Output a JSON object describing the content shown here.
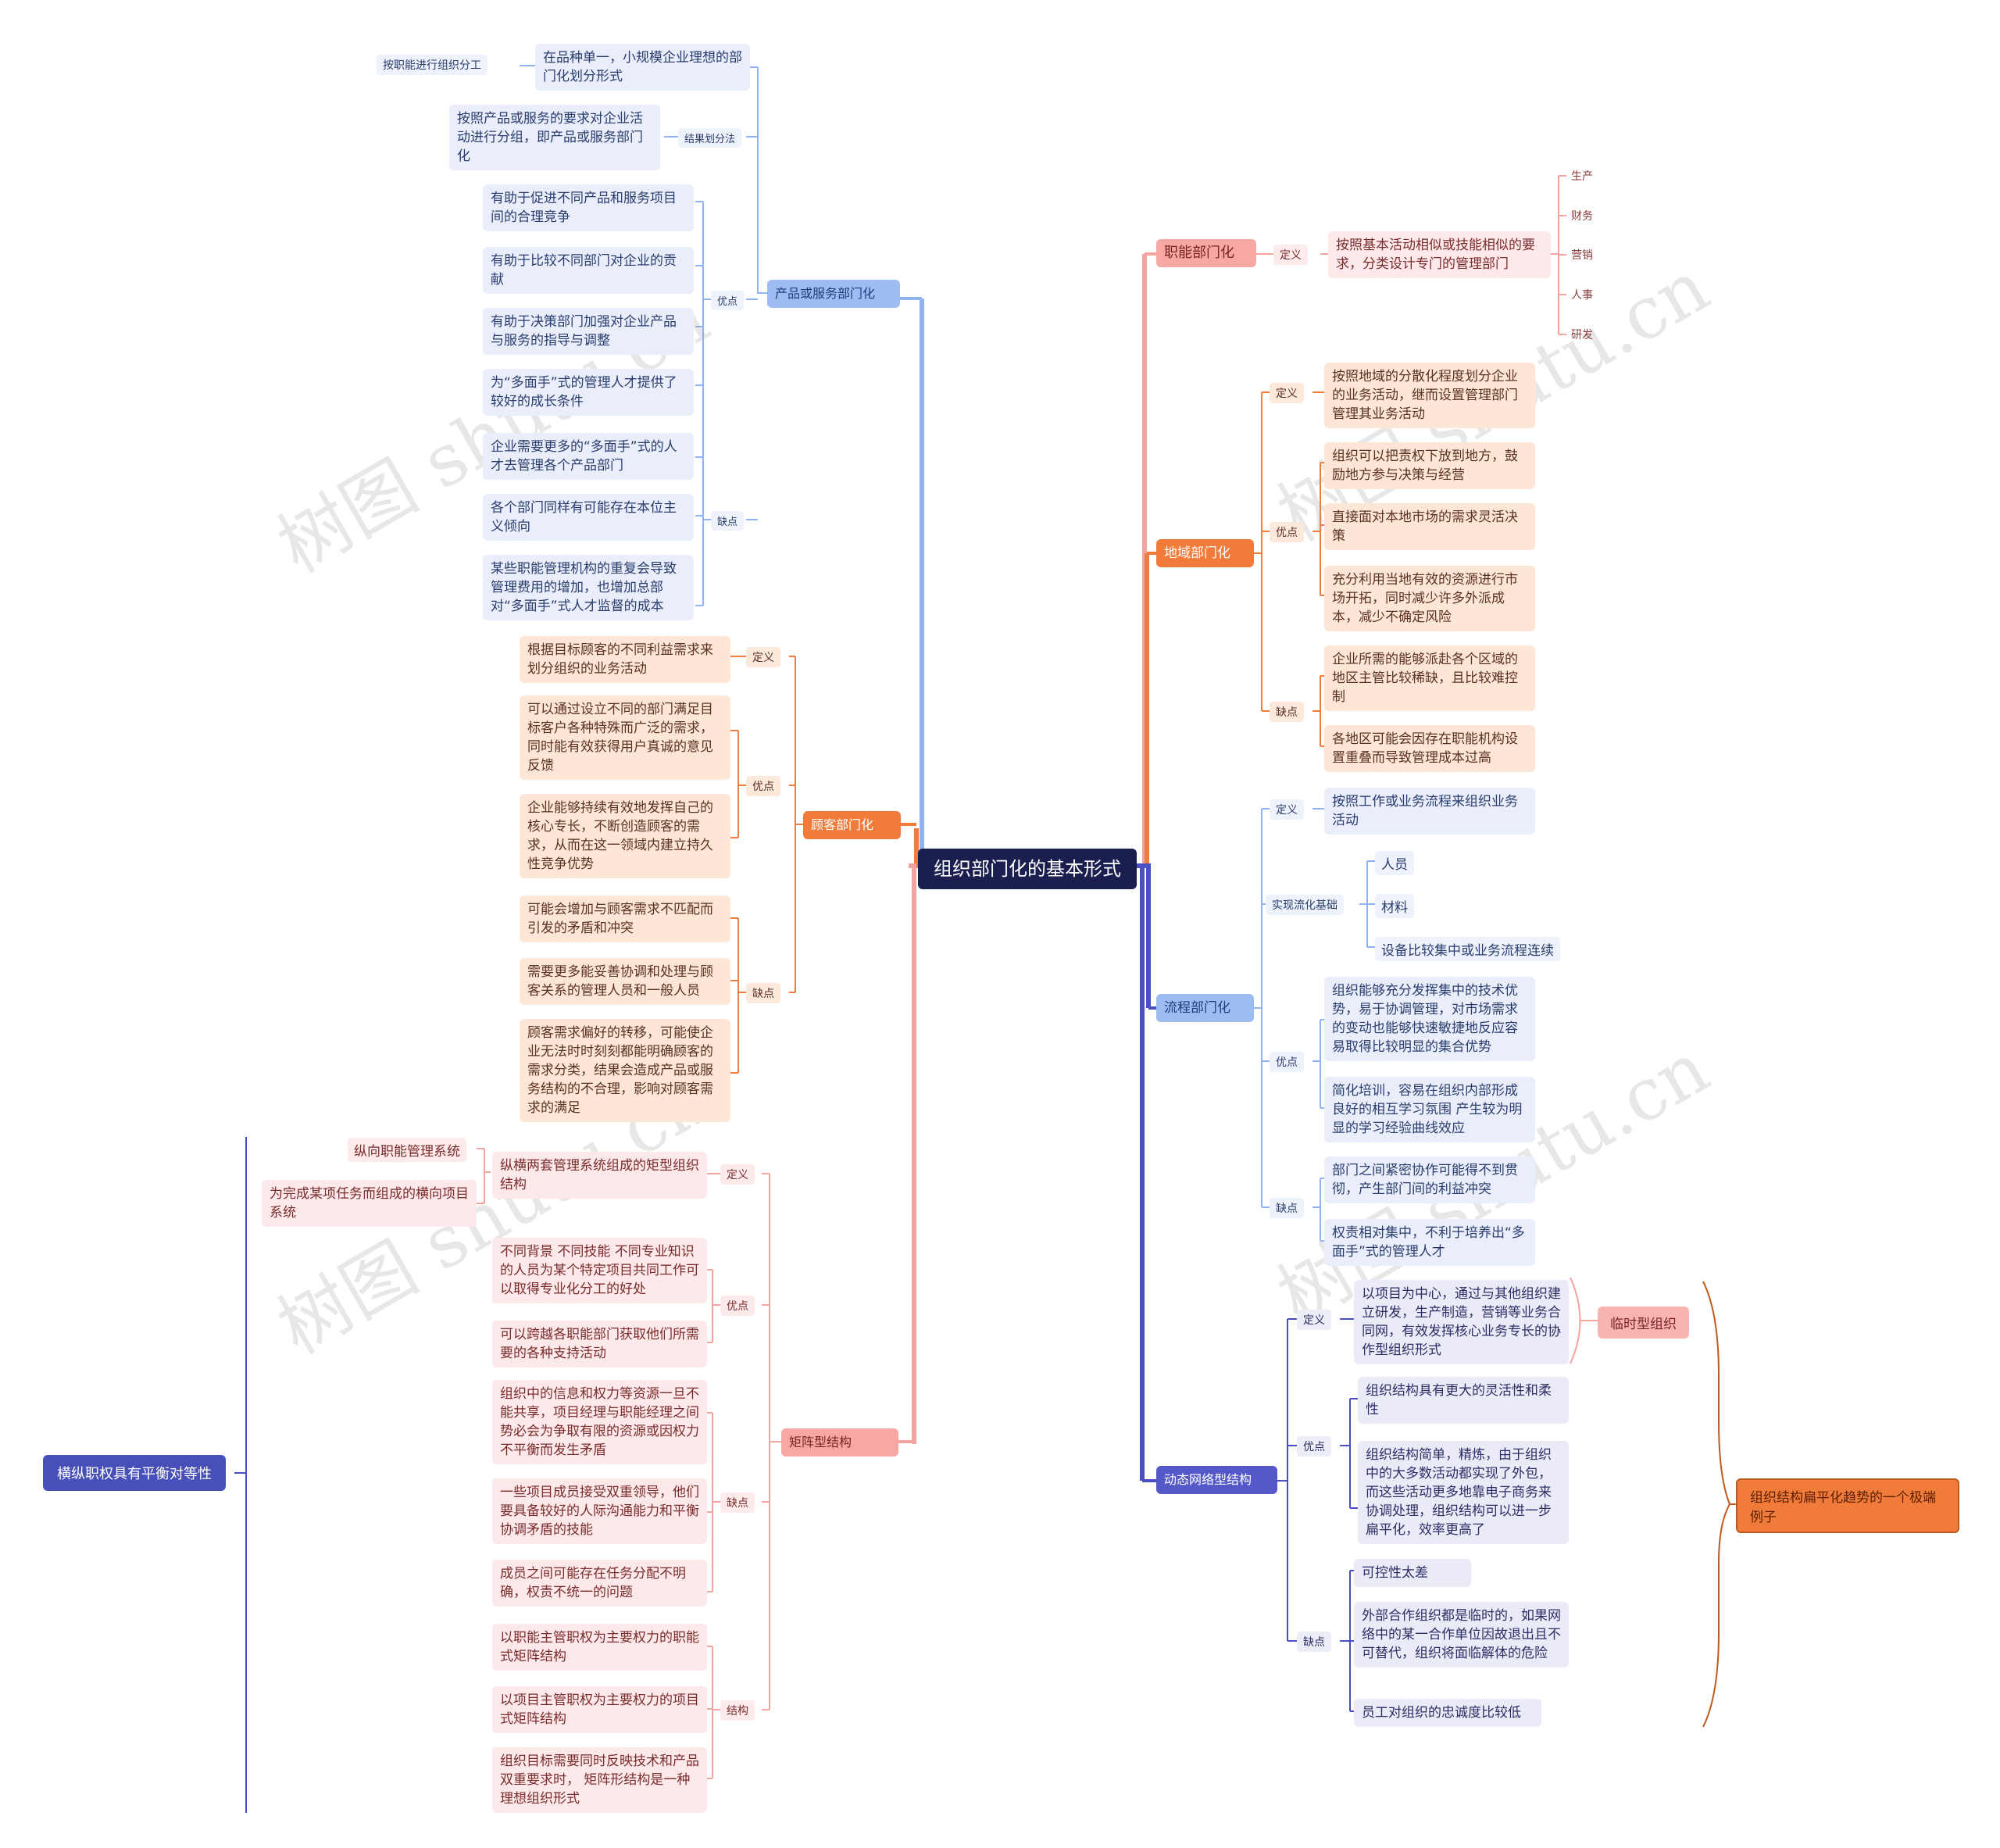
{
  "root": "组织部门化的基本形式",
  "product": {
    "title": "产品或服务部门化",
    "sub_functional": "按职能进行组织分工",
    "sub_small": "在品种单一，小规模企业理想的部门化划分形式",
    "struct_label": "结果划分法",
    "struct_text": "按照产品或服务的要求对企业活动进行分组，即产品或服务部门化",
    "adv_label": "优点",
    "adv": [
      "有助于促进不同产品和服务项目间的合理竞争",
      "有助于比较不同部门对企业的贡献",
      "有助于决策部门加强对企业产品与服务的指导与调整",
      "为“多面手”式的管理人才提供了较好的成长条件"
    ],
    "dis_label": "缺点",
    "dis": [
      "企业需要更多的“多面手”式的人才去管理各个产品部门",
      "各个部门同样有可能存在本位主义倾向",
      "某些职能管理机构的重复会导致管理费用的增加，也增加总部对“多面手”式人才监督的成本"
    ]
  },
  "customer": {
    "title": "顾客部门化",
    "def_label": "定义",
    "def": "根据目标顾客的不同利益需求来划分组织的业务活动",
    "adv_label": "优点",
    "adv": [
      "可以通过设立不同的部门满足目标客户各种特殊而广泛的需求，同时能有效获得用户真诚的意见反馈",
      "企业能够持续有效地发挥自己的核心专长，不断创造顾客的需求，从而在这一领域内建立持久性竞争优势"
    ],
    "dis_label": "缺点",
    "dis": [
      "可能会增加与顾客需求不匹配而引发的矛盾和冲突",
      "需要更多能妥善协调和处理与顾客关系的管理人员和一般人员",
      "顾客需求偏好的转移，可能使企业无法时时刻刻都能明确顾客的需求分类，结果会造成产品或服务结构的不合理，影响对顾客需求的满足"
    ]
  },
  "matrix": {
    "title": "矩阵型结构",
    "def_label": "定义",
    "def": "纵横两套管理系统组成的矩型组织结构",
    "def_sub": [
      "纵向职能管理系统",
      "为完成某项任务而组成的横向项目系统"
    ],
    "adv_label": "优点",
    "adv": [
      "不同背景 不同技能 不同专业知识的人员为某个特定项目共同工作可以取得专业化分工的好处",
      "可以跨越各职能部门获取他们所需要的各种支持活动"
    ],
    "dis_label": "缺点",
    "dis": [
      "组织中的信息和权力等资源一旦不能共享，项目经理与职能经理之间势必会为争取有限的资源或因权力不平衡而发生矛盾",
      "一些项目成员接受双重领导，他们要具备较好的人际沟通能力和平衡协调矛盾的技能",
      "成员之间可能存在任务分配不明确，权责不统一的问题"
    ],
    "struct_label": "结构",
    "struct": [
      "以职能主管职权为主要权力的职能式矩阵结构",
      "以项目主管职权为主要权力的项目式矩阵结构",
      "组织目标需要同时反映技术和产品双重要求时， 矩阵形结构是一种理想组织形式"
    ]
  },
  "side_root": "横纵职权具有平衡对等性",
  "functional": {
    "title": "职能部门化",
    "def_label": "定义",
    "def": "按照基本活动相似或技能相似的要求，分类设计专门的管理部门",
    "items": [
      "生产",
      "财务",
      "营销",
      "人事",
      "研发"
    ]
  },
  "regional": {
    "title": "地域部门化",
    "def_label": "定义",
    "def": "按照地域的分散化程度划分企业的业务活动，继而设置管理部门管理其业务活动",
    "adv_label": "优点",
    "adv": [
      "组织可以把责权下放到地方，鼓励地方参与决策与经营",
      "直接面对本地市场的需求灵活决策",
      "充分利用当地有效的资源进行市场开拓，同时减少许多外派成本，减少不确定风险"
    ],
    "dis_label": "缺点",
    "dis": [
      "企业所需的能够派赴各个区域的地区主管比较稀缺，且比较难控制",
      "各地区可能会因存在职能机构设置重叠而导致管理成本过高"
    ]
  },
  "process": {
    "title": "流程部门化",
    "def_label": "定义",
    "def": "按照工作或业务流程来组织业务活动",
    "basis_label": "实现流化基础",
    "basis": [
      "人员",
      "材料",
      "设备比较集中或业务流程连续"
    ],
    "adv_label": "优点",
    "adv": [
      "组织能够充分发挥集中的技术优势，易于协调管理，对市场需求的变动也能够快速敏捷地反应容易取得比较明显的集合优势",
      "简化培训，容易在组织内部形成良好的相互学习氛围 产生较为明显的学习经验曲线效应"
    ],
    "dis_label": "缺点",
    "dis": [
      "部门之间紧密协作可能得不到贯彻，产生部门间的利益冲突",
      "权责相对集中，不利于培养出“多面手”式的管理人才"
    ]
  },
  "network": {
    "title": "动态网络型结构",
    "def_label": "定义",
    "def": "以项目为中心，通过与其他组织建立研发，生产制造，营销等业务合同网，有效发挥核心业务专长的协作型组织形式",
    "temp": "临时型组织",
    "adv_label": "优点",
    "adv": [
      "组织结构具有更大的灵活性和柔性",
      "组织结构简单，精炼，由于组织中的大多数活动都实现了外包，而这些活动更多地靠电子商务来协调处理，组织结构可以进一步扁平化，效率更高了"
    ],
    "dis_label": "缺点",
    "dis": [
      "可控性太差",
      "外部合作组织都是临时的，如果网络中的某一合作单位因故退出且不可替代，组织将面临解体的危险",
      "员工对组织的忠诚度比较低"
    ],
    "extreme": "组织结构扁平化趋势的一个极端例子"
  },
  "watermark": "树图 shutu.cn",
  "colors": {
    "blue": "#8fb4f0",
    "orange": "#f17b3a",
    "salmon": "#f5a3a0",
    "indigo": "#4a50c4",
    "root": "#1b1f4f"
  }
}
